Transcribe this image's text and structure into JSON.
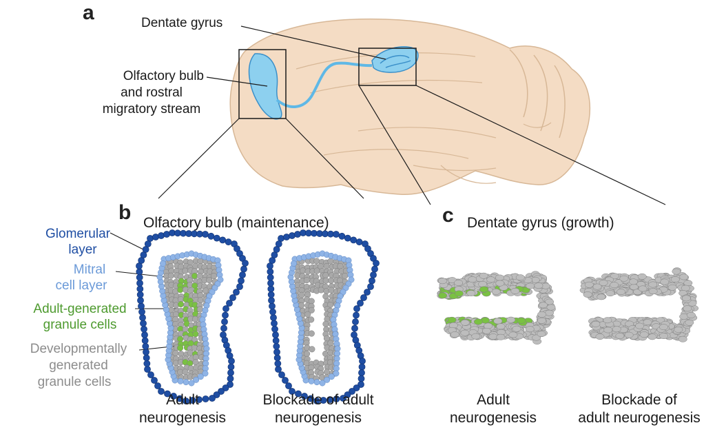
{
  "panel_a": {
    "letter": "a",
    "dentate_label": "Dentate gyrus",
    "olfactory_label": [
      "Olfactory bulb",
      "and rostral",
      "migratory stream"
    ]
  },
  "panel_b": {
    "letter": "b",
    "title": "Olfactory bulb (maintenance)",
    "legend": {
      "glomerular": [
        "Glomerular",
        "layer"
      ],
      "mitral": [
        "Mitral",
        "cell layer"
      ],
      "adult_generated": [
        "Adult-generated",
        "granule cells"
      ],
      "developmental": [
        "Developmentally",
        "generated",
        "granule cells"
      ]
    },
    "captions": {
      "left": [
        "Adult",
        "neurogenesis"
      ],
      "right": [
        "Blockade of adult",
        "neurogenesis"
      ]
    }
  },
  "panel_c": {
    "letter": "c",
    "title": "Dentate gyrus (growth)",
    "captions": {
      "left": [
        "Adult",
        "neurogenesis"
      ],
      "right": [
        "Blockade of",
        "adult neurogenesis"
      ]
    }
  },
  "colors": {
    "brain_fill": "#f4dcc4",
    "brain_stroke": "#d7b796",
    "blue_region": "#8dd0ef",
    "glomerular": "#1f4ea3",
    "mitral": "#8fb4e6",
    "adult_generated": "#7ac143",
    "developmental": "#a9a9a9",
    "glomerular_text": "#1f4ea3",
    "mitral_text": "#6b9ad8",
    "adult_text": "#4d9a2e",
    "developmental_text": "#8c8c8c"
  }
}
